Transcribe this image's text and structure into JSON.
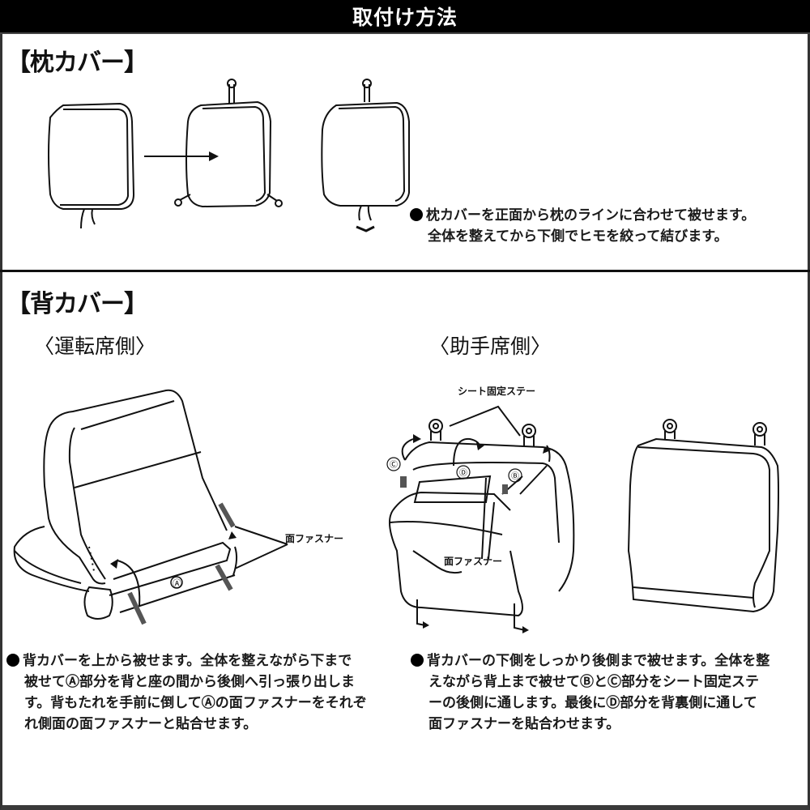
{
  "page_title": "取付け方法",
  "pillow_section": {
    "heading": "【枕カバー】",
    "caption_lines": [
      "枕カバーを正面から枕のラインに合わせて被せます。",
      "全体を整えてから下側でヒモを絞って結びます。"
    ]
  },
  "back_section": {
    "heading": "【背カバー】",
    "driver": {
      "subheading": "〈運転席側〉",
      "fastener_label": "面ファスナー",
      "part_label": "Ⓐ",
      "caption_lines": [
        "背カバーを上から被せます。全体を整えながら下まで",
        "被せてⒶ部分を背と座の間から後側へ引っ張り出しま",
        "す。背もたれを手前に倒してⒶの面ファスナーをそれぞ",
        "れ側面の面ファスナーと貼合せます。"
      ]
    },
    "passenger": {
      "subheading": "〈助手席側〉",
      "stay_label": "シート固定ステー",
      "fastener_label": "面ファスナー",
      "part_labels": [
        "Ⓑ",
        "Ⓒ",
        "Ⓓ"
      ],
      "caption_lines": [
        "背カバーの下側をしっかり後側まで被せます。全体を整",
        "えながら背上まで被せてⒷとⒸ部分をシート固定ステ",
        "ーの後側に通します。最後にⒹ部分を背裏側に通して",
        "面ファスナーを貼合わせます。"
      ]
    }
  },
  "colors": {
    "title_bg": "#000000",
    "title_text": "#ffffff",
    "line": "#111111",
    "fastener": "#555555"
  }
}
